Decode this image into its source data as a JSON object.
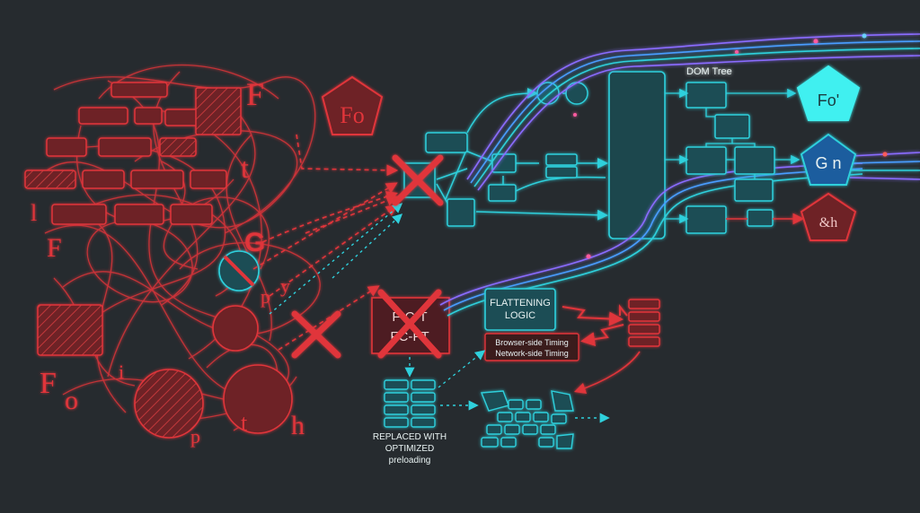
{
  "colors": {
    "background": "#262b2f",
    "chaos_red": "#e0353a",
    "chaos_fill": "#6e2226",
    "cyan": "#2fd0dc",
    "cyan_fill": "#1d4d55",
    "bright_cyan": "#3ff0f0",
    "blue_pentagon": "#1f5d9e",
    "stream_purple": "#8a6cff",
    "label_white": "#e8f2f2"
  },
  "chaos_glyphs": {
    "f_top": "F",
    "t_mid": "t",
    "l_left": "l",
    "f_left": "F",
    "g_mid": "G",
    "p_mid": "p",
    "y_mid": "y",
    "f_bottom": "F",
    "o_bottom": "o",
    "i_bottom": "i",
    "p_bottom": "p",
    "h_bottom": "h",
    "t_bottom": "t"
  },
  "red_pentagon": {
    "label": "Fo"
  },
  "blocked_box": {
    "label_line1": "F-C-T",
    "label_line2": "FC-FT"
  },
  "optimized": {
    "label_line1": "REPLACED WITH",
    "label_line2": "OPTIMIZED",
    "label_line3": "preloading"
  },
  "flattening": {
    "label_line1": "FLATTENING",
    "label_line2": "LOGIC"
  },
  "timing": {
    "browser": "Browser-side Timing",
    "network": "Network-side Timing"
  },
  "dom_tree": {
    "label": "DOM Tree"
  },
  "outputs": {
    "cyan_pentagon": "Fo'",
    "blue_pentagon": "G n",
    "red_pentagon": "&h"
  },
  "icons": {
    "cross_top": "red-x-cross-icon",
    "cross_mid": "red-x-cross-icon",
    "cross_box": "red-x-cross-icon",
    "stack": "stacked-blocks-icon",
    "rubble": "broken-blocks-icon"
  }
}
